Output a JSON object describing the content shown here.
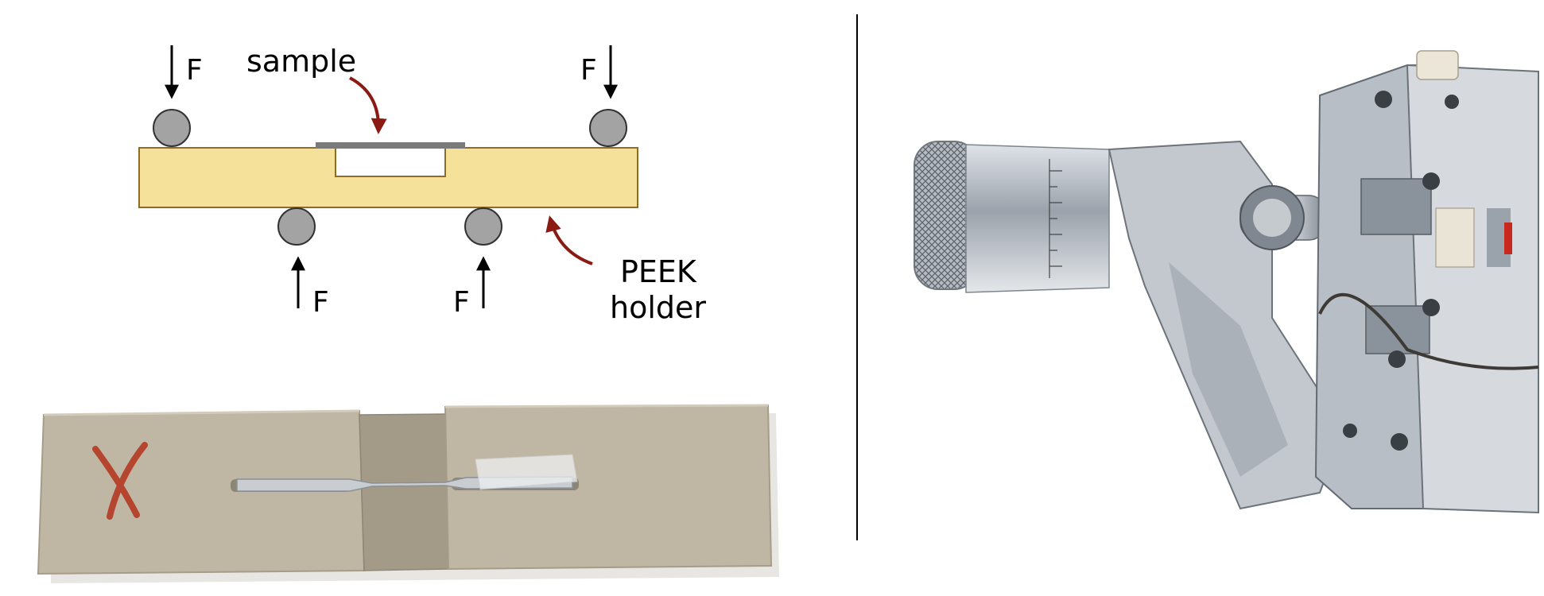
{
  "diagram": {
    "force_label": "F",
    "sample_label": "sample",
    "holder_label_line1": "PEEK",
    "holder_label_line2": "holder"
  },
  "photo_left": {
    "marker_mark": "X"
  },
  "colors": {
    "peek_fill": "#f6e19b",
    "peek_stroke": "#8c6d22",
    "sample_gray": "#7a7a7a",
    "roller_fill": "#a3a3a3",
    "arrow_dark_red": "#8b1a12",
    "photo_peek": "#bfb6a4",
    "divider": "#000000"
  },
  "icons": [
    "force-arrow-icon",
    "roller-icon",
    "curved-pointer-arrow-icon"
  ]
}
